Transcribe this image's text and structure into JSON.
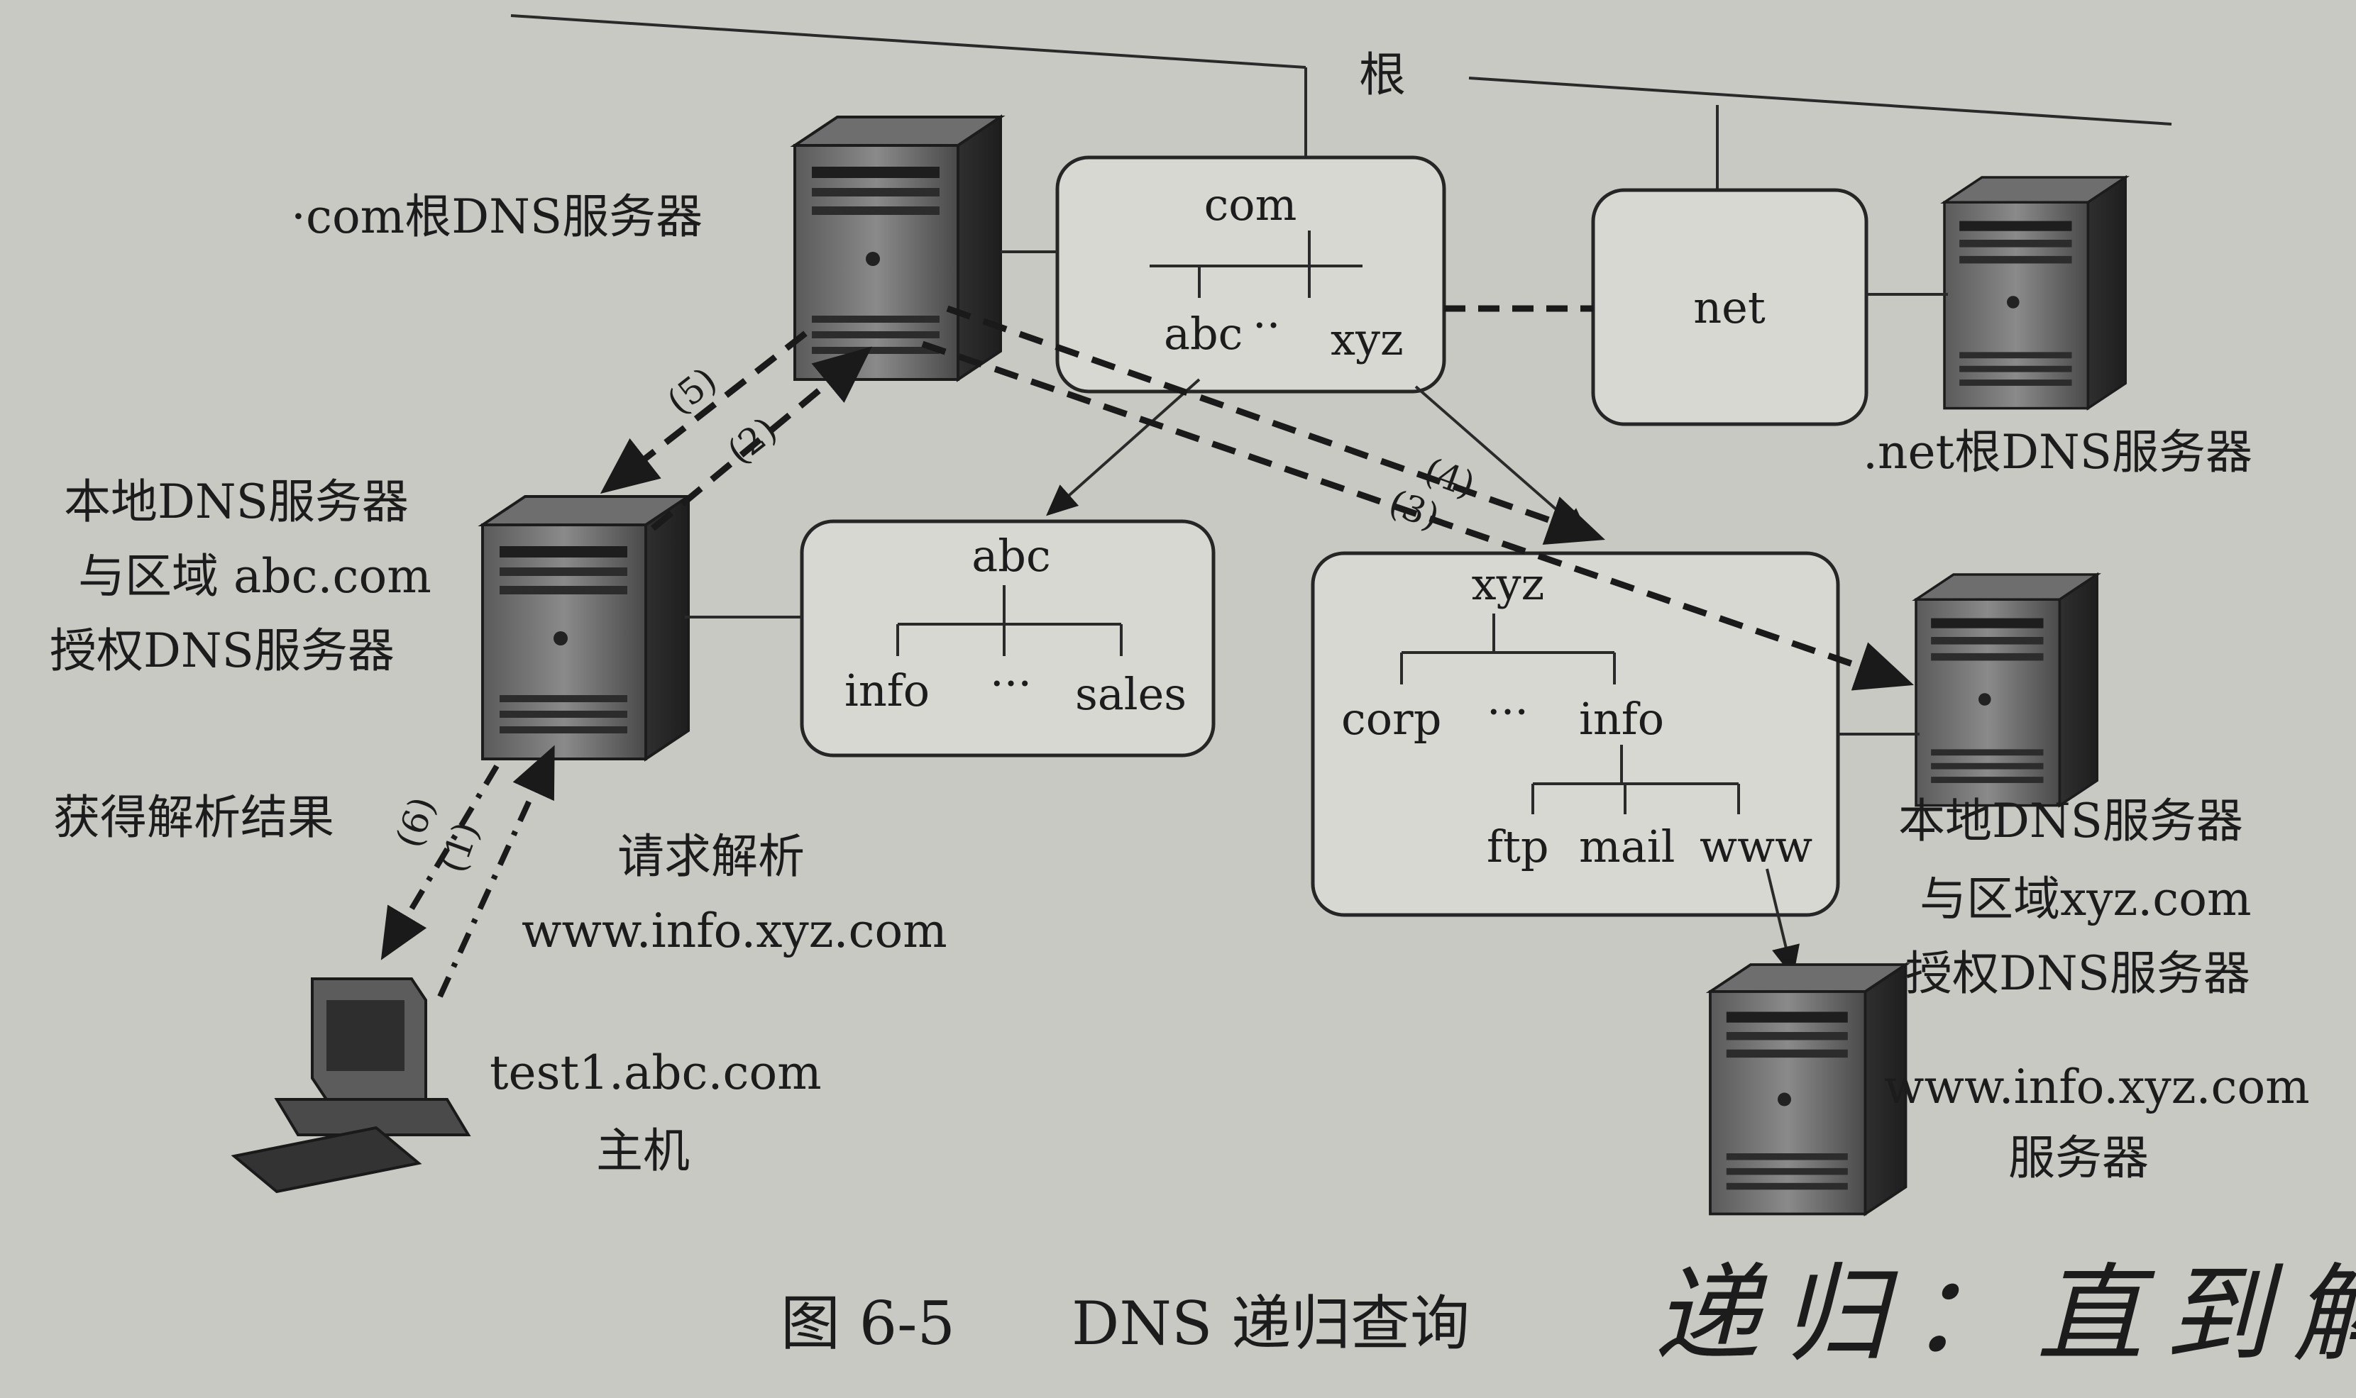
{
  "root_label": "根",
  "zones": {
    "com": {
      "name": "com",
      "children": [
        "abc",
        "xyz"
      ],
      "ellipsis": "··"
    },
    "net": {
      "name": "net"
    },
    "abc": {
      "name": "abc",
      "children": [
        "info",
        "sales"
      ],
      "ellipsis": "···"
    },
    "xyz": {
      "name": "xyz",
      "children": [
        "corp",
        "info"
      ],
      "ellipsis": "···",
      "grandchildren": [
        "ftp",
        "mail",
        "www"
      ]
    }
  },
  "servers": {
    "com_root": {
      "label": "·com根DNS服务器"
    },
    "net_root": {
      "label": ".net根DNS服务器"
    },
    "local_abc": {
      "label_lines": [
        "本地DNS服务器",
        "与区域 abc.com",
        "授权DNS服务器"
      ]
    },
    "local_xyz": {
      "label_lines": [
        "本地DNS服务器",
        "与区域xyz.com",
        "授权DNS服务器"
      ]
    },
    "www": {
      "label_lines": [
        "www.info.xyz.com",
        "服务器"
      ]
    }
  },
  "host": {
    "label_lines": [
      "test1.abc.com",
      "主机"
    ]
  },
  "request": {
    "lines": [
      "请求解析",
      "www.info.xyz.com"
    ]
  },
  "result": {
    "label": "获得解析结果"
  },
  "steps": [
    "(1)",
    "(2)",
    "(3)",
    "(4)",
    "(5)",
    "(6)"
  ],
  "caption": {
    "figure": "图 6-5",
    "title": "DNS 递归查询"
  },
  "handwriting": "递归：直到解析",
  "colors": {
    "page": "#c9c9c4",
    "ink": "#1c1c1c",
    "server_body": "#3a3a3a"
  }
}
